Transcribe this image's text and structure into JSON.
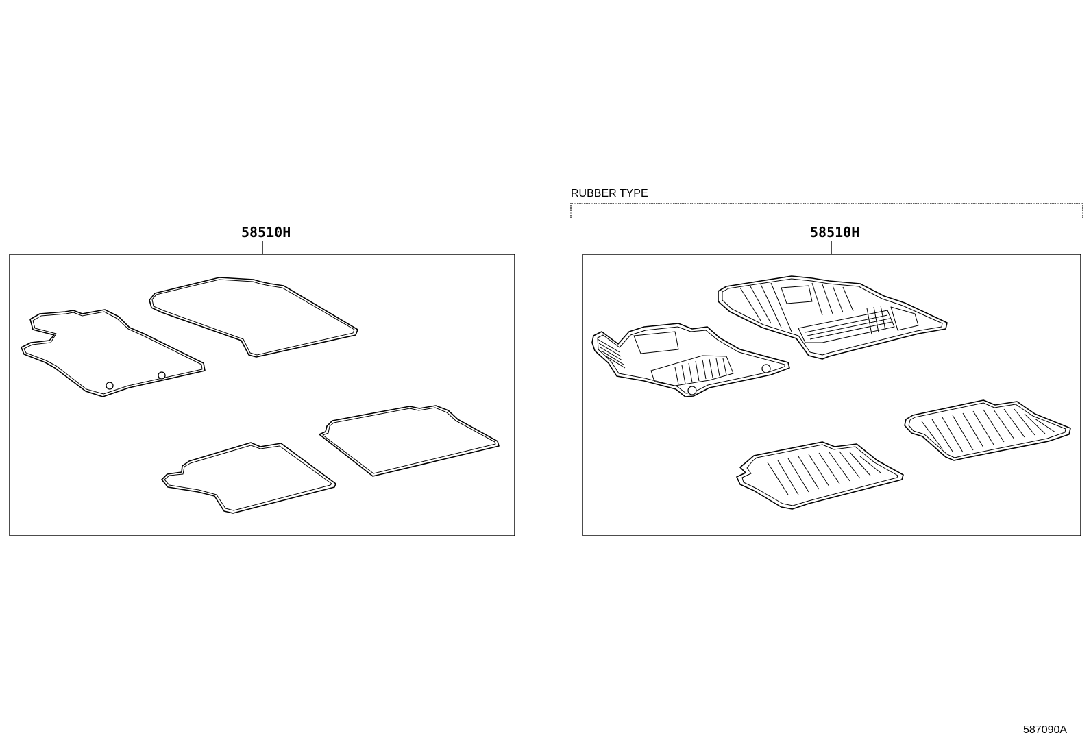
{
  "diagram": {
    "groups": [
      {
        "part_number": "58510H",
        "items": [
          "front-left-carpet-mat",
          "front-right-carpet-mat",
          "rear-left-carpet-mat",
          "rear-right-carpet-mat"
        ]
      },
      {
        "group_title": "RUBBER TYPE",
        "part_number": "58510H",
        "items": [
          "front-left-rubber-mat",
          "front-right-rubber-mat",
          "rear-left-rubber-mat",
          "rear-right-rubber-mat"
        ]
      }
    ],
    "illustration_code": "587090A"
  }
}
